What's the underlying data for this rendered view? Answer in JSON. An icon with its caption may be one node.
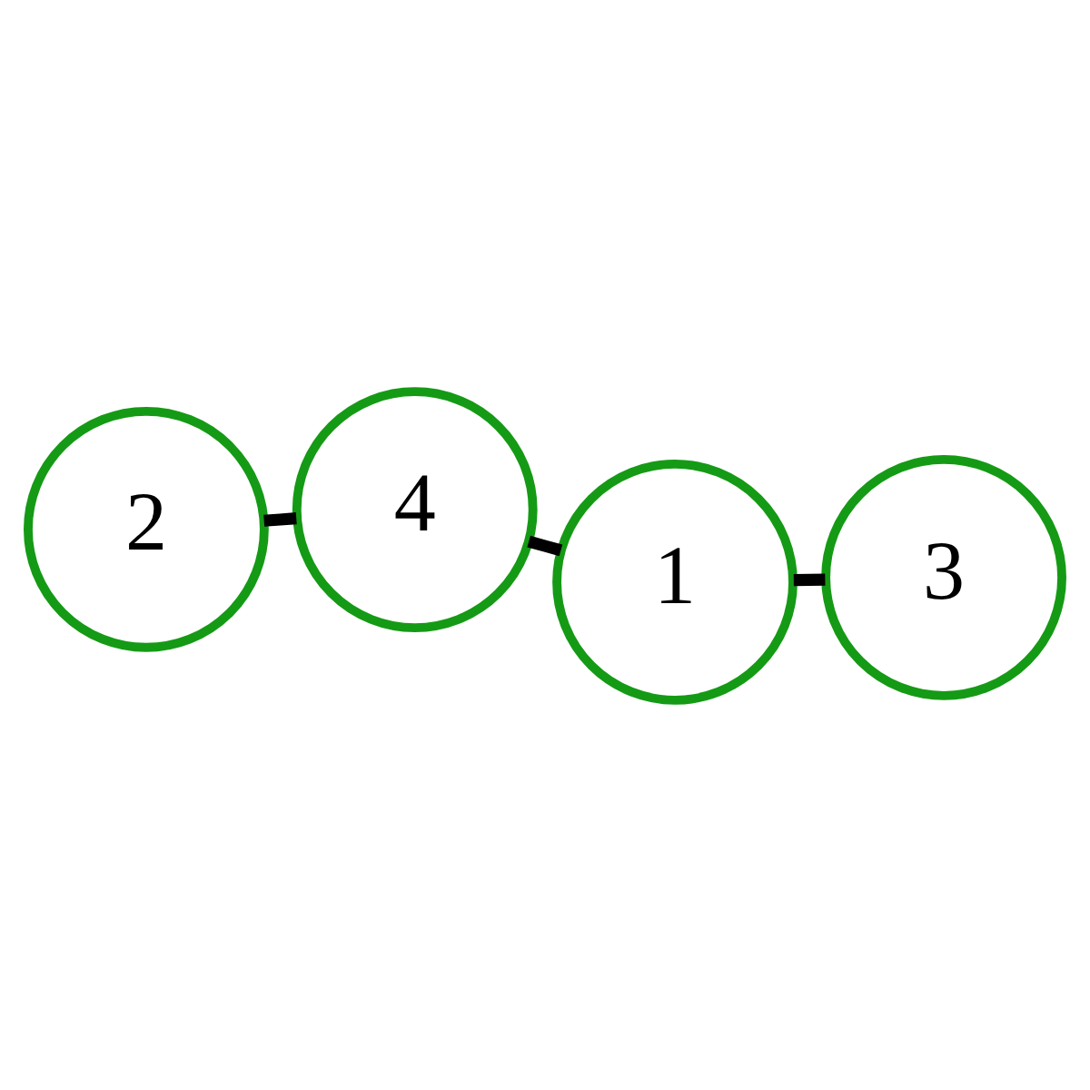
{
  "diagram": {
    "nodes": [
      {
        "text": [
          "2"
        ]
      },
      {
        "text": [
          "3"
        ]
      },
      {
        "text": [
          "1"
        ]
      },
      {
        "text": [
          "4"
        ]
      }
    ],
    "edges": [
      {
        "from": 0,
        "to": 3,
        "arrow": "none"
      },
      {
        "from": 1,
        "to": 2,
        "arrow": "none"
      },
      {
        "from": 2,
        "to": 3,
        "arrow": "none"
      }
    ]
  }
}
